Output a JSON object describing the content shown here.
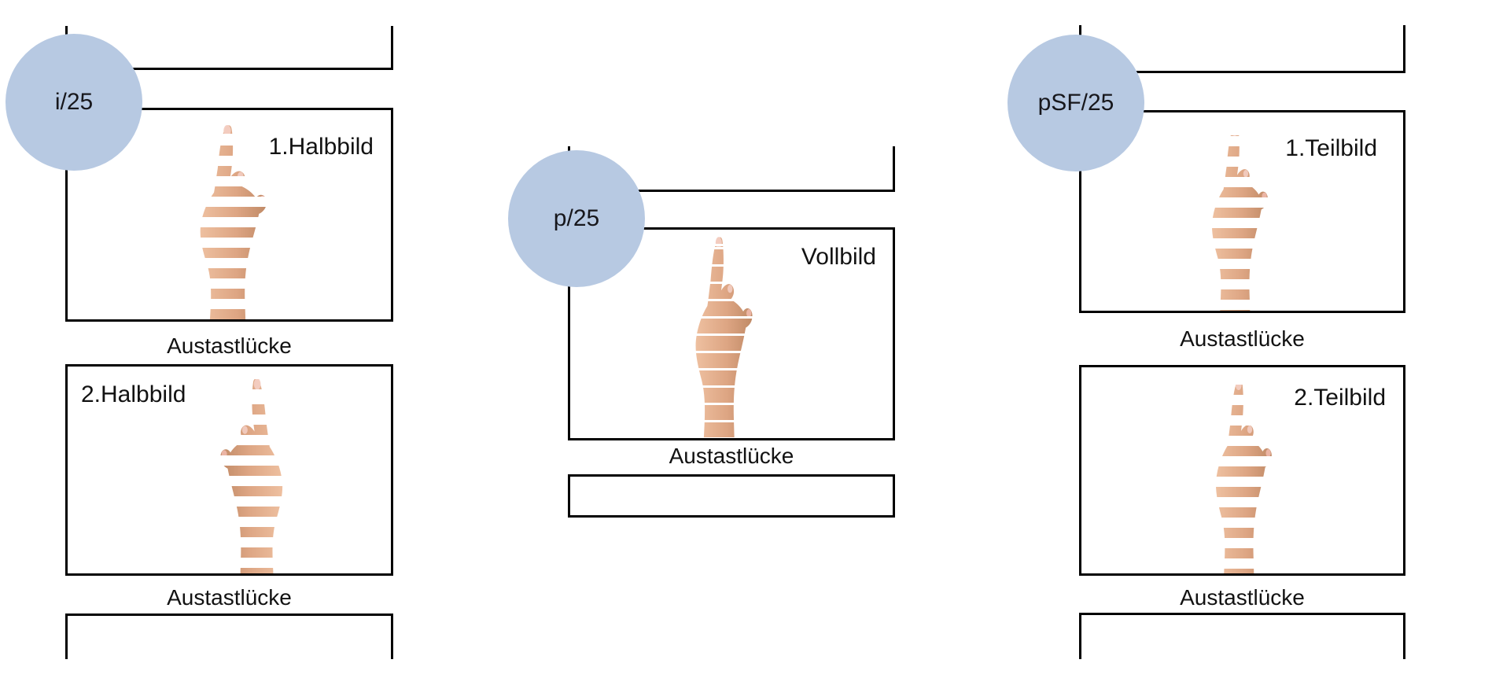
{
  "diagram": {
    "badge_fill": "#b7c9e2",
    "line_color": "#000000",
    "text_color": "#141414",
    "skin_tones": [
      "#eec0a0",
      "#dda583",
      "#c08a66"
    ],
    "columns": [
      {
        "id": "interlaced",
        "badge": "i/25",
        "frames": [
          {
            "label": "1.Halbbild",
            "align": "right"
          },
          {
            "label": "2.Halbbild",
            "align": "left"
          }
        ],
        "gap_labels": [
          "Austastlücke",
          "Austastlücke"
        ]
      },
      {
        "id": "progressive",
        "badge": "p/25",
        "frames": [
          {
            "label": "Vollbild",
            "align": "right"
          }
        ],
        "gap_labels": [
          "Austastlücke"
        ]
      },
      {
        "id": "progressive-segmented-frame",
        "badge": "pSF/25",
        "frames": [
          {
            "label": "1.Teilbild",
            "align": "right"
          },
          {
            "label": "2.Teilbild",
            "align": "right"
          }
        ],
        "gap_labels": [
          "Austastlücke",
          "Austastlücke"
        ]
      }
    ]
  }
}
